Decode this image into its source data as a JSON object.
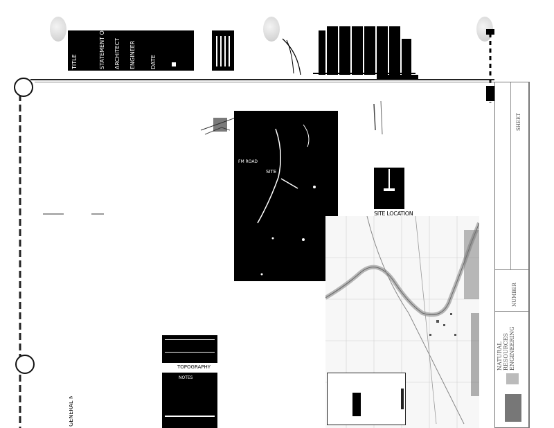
{
  "document": {
    "type": "scanned engineering drawing sheet"
  },
  "header": {
    "block1_text": [
      "TITLE",
      "STATEMENT OF",
      "ARCHITECT",
      "ENGINEER",
      "DATE"
    ]
  },
  "location_map": {
    "site_label": "SITE",
    "road_label": "FM ROAD",
    "caption": "SITE LOCATION"
  },
  "legend": {
    "row1": "TOPOGRAPHY",
    "row2": "NOTES"
  },
  "bottom_text": "GENERAL NOTES AND SITE LOCATION MAP",
  "title_block": {
    "sheet_label": "SHEET",
    "title": "NATURAL RESOURCES ENGINEERING",
    "number_label": "NUMBER"
  }
}
